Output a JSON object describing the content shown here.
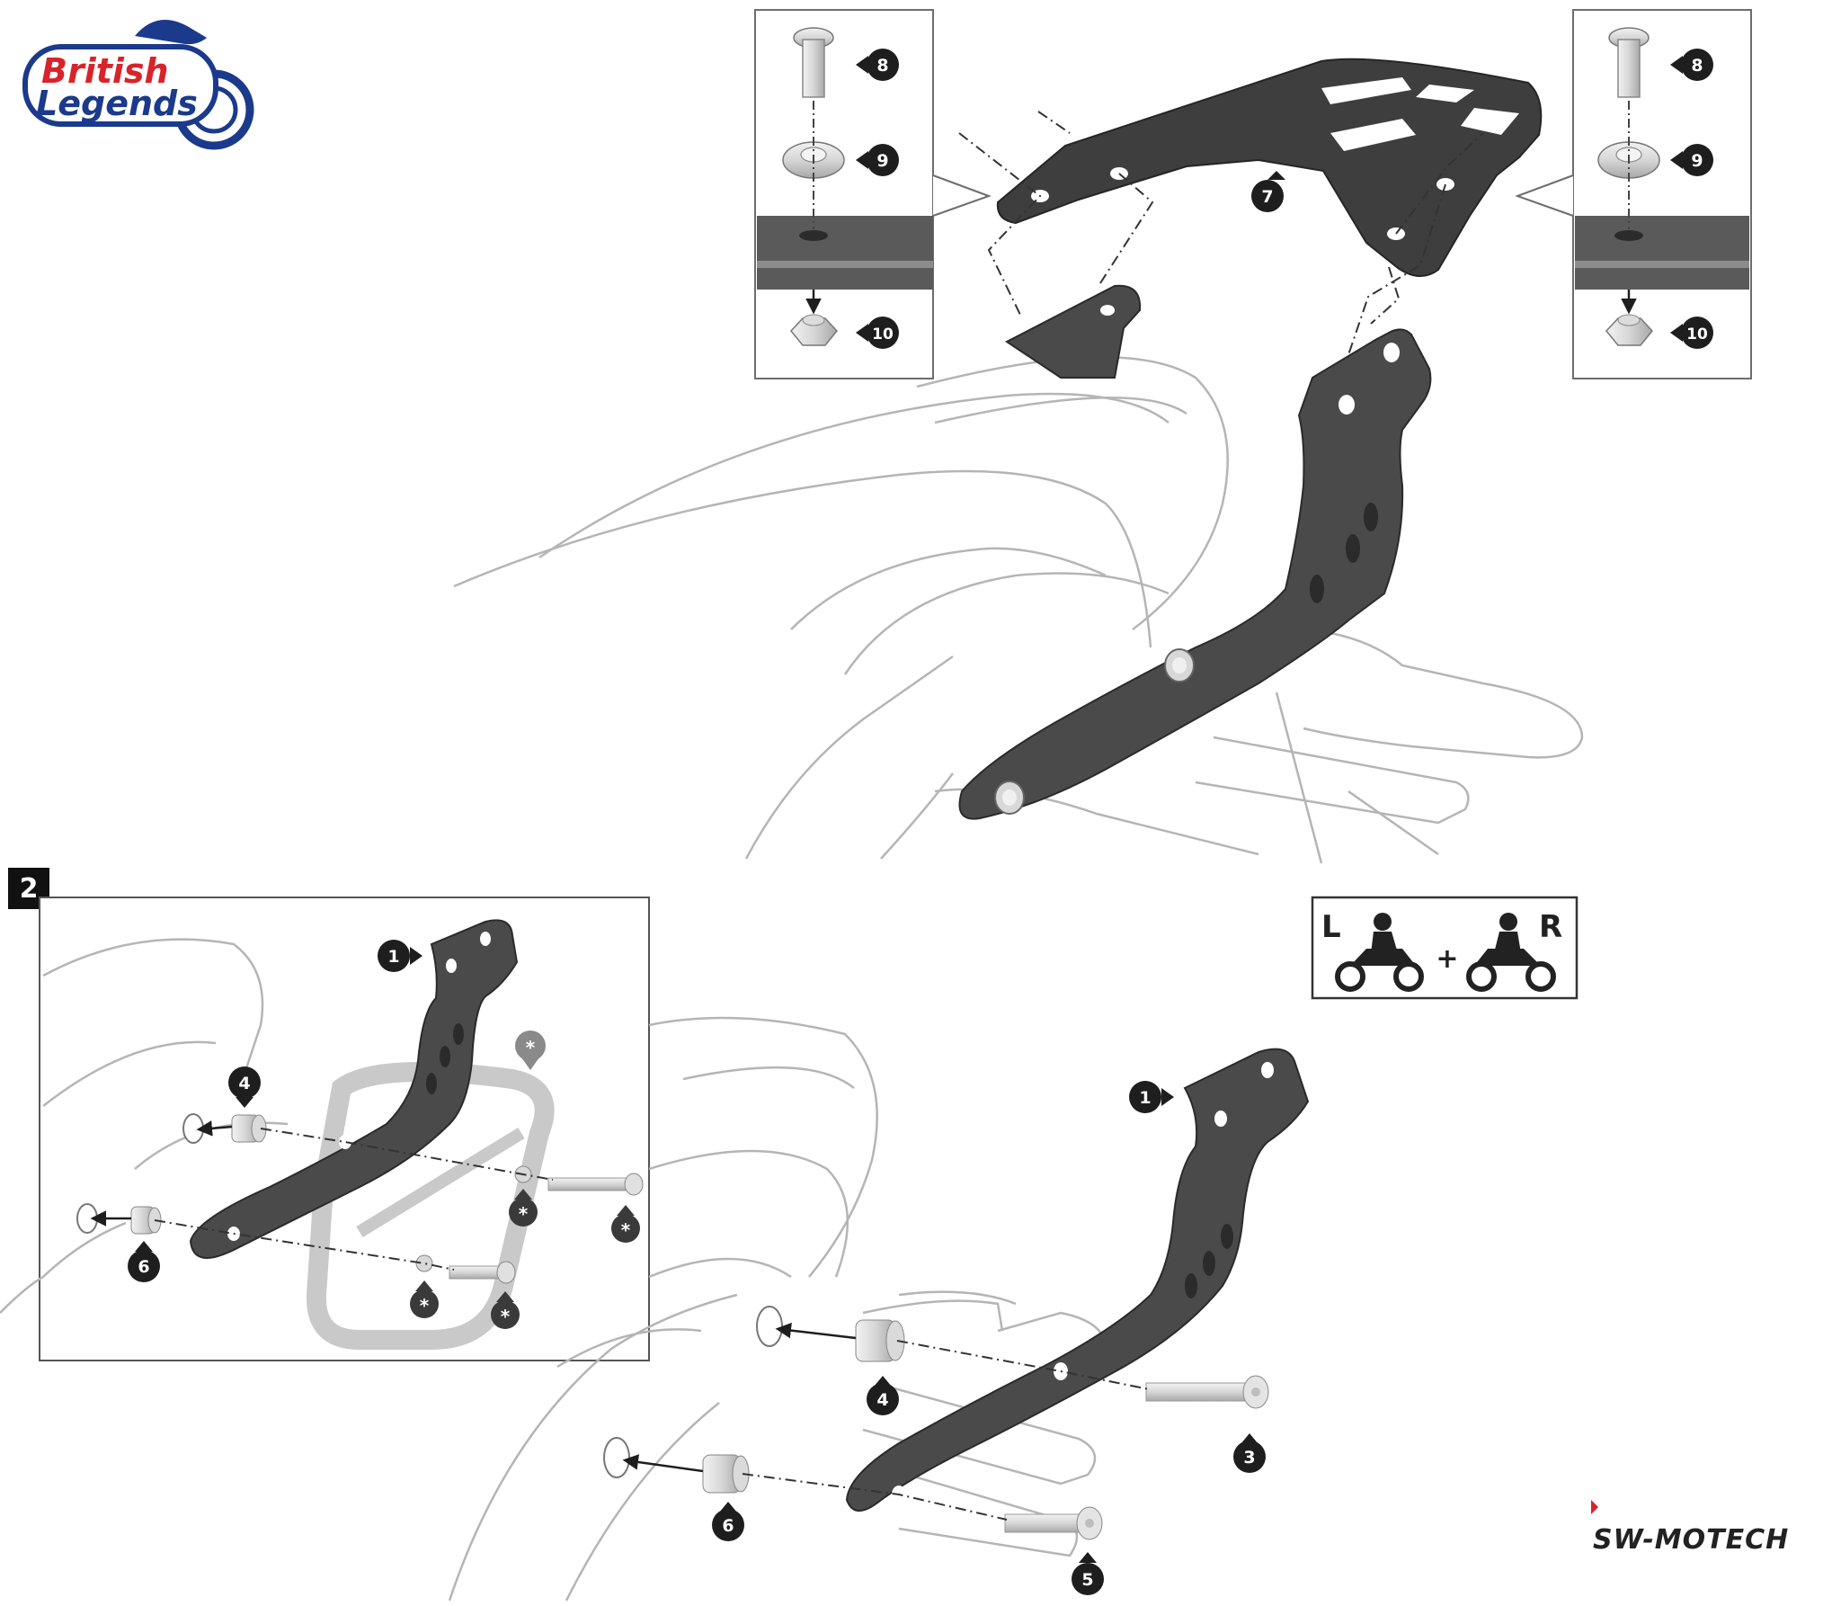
{
  "brand_logo": {
    "line1": "British",
    "line2": "Legends",
    "colors": {
      "red": "#d8232a",
      "blue": "#1b3a8c"
    }
  },
  "manufacturer_logo": {
    "text": "SW-MOTECH",
    "accent": "#d8232a"
  },
  "step_badge": {
    "number": "2"
  },
  "side_indicator": {
    "left": "L",
    "plus": "+",
    "right": "R"
  },
  "callouts": {
    "top_left_detail": [
      "8",
      "9",
      "10"
    ],
    "top_right_detail": [
      "8",
      "9",
      "10"
    ],
    "main_rack": "7",
    "inset": {
      "bracket": "1",
      "spacer_upper": "4",
      "spacer_lower": "6",
      "optional_marker": "*"
    },
    "main_side": {
      "bracket": "1",
      "spacer_upper": "4",
      "spacer_lower": "6",
      "bolt_upper": "3",
      "bolt_lower": "5"
    }
  },
  "colors": {
    "part_fill": "#4a4a4a",
    "part_dark": "#2f2f2f",
    "callout_fill": "#1e1e1e",
    "outline": "#9a9a9a",
    "ghost_part": "#c9c9c9"
  }
}
